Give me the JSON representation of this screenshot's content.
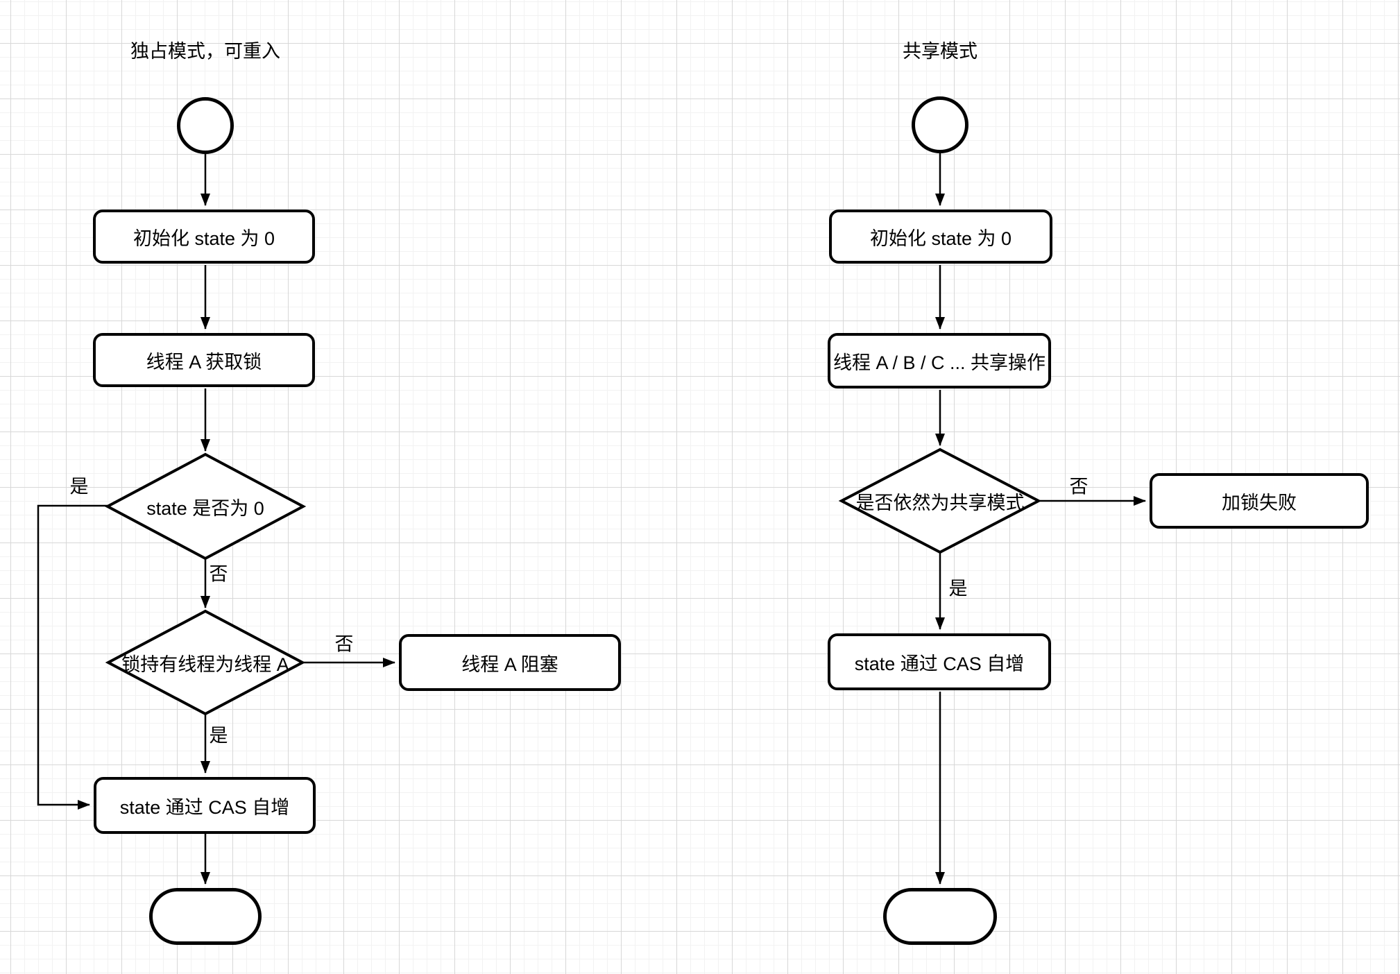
{
  "colors": {
    "background": "#ffffff",
    "grid_minor": "#f2f2f2",
    "grid_major": "#d7d7d7",
    "stroke": "#000000",
    "node_fill": "#ffffff"
  },
  "left_chart": {
    "title": "独占模式，可重入",
    "nodes": {
      "init": "初始化 state 为 0",
      "acquire_lock": "线程 A 获取锁",
      "state_check": "state 是否为 0",
      "owner_check": "锁持有线程为线程 A",
      "thread_block": "线程 A 阻塞",
      "cas_increment": "state 通过 CAS 自增"
    },
    "edge_labels": {
      "state_yes": "是",
      "state_no": "否",
      "owner_no": "否",
      "owner_yes": "是"
    }
  },
  "right_chart": {
    "title": "共享模式",
    "nodes": {
      "init": "初始化 state 为 0",
      "shared_ops": "线程 A / B / C ... 共享操作",
      "shared_check": "是否依然为共享模式",
      "lock_fail": "加锁失败",
      "cas_increment": "state 通过 CAS 自增"
    },
    "edge_labels": {
      "check_no": "否",
      "check_yes": "是"
    }
  }
}
